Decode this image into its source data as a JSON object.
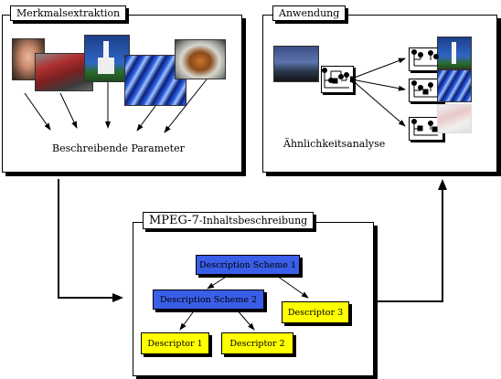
{
  "panels": {
    "feature_extraction": {
      "title": "Merkmalsextraktion",
      "caption": "Beschreibende Parameter"
    },
    "application": {
      "title": "Anwendung",
      "caption": "Ähnlichkeitsanalyse"
    },
    "mpeg7": {
      "title_prefix": "MPEG-7",
      "title_suffix": "-Inhaltsbeschreibung",
      "nodes": {
        "scheme1": "Description Scheme 1",
        "scheme2": "Description Scheme 2",
        "descriptor1": "Descriptor 1",
        "descriptor2": "Descriptor 2",
        "descriptor3": "Descriptor 3"
      }
    }
  },
  "colors": {
    "scheme": "#3a5ee8",
    "descriptor": "#ffff00",
    "border": "#000000"
  },
  "icons": {
    "tree": "hierarchy-tree-icon"
  }
}
